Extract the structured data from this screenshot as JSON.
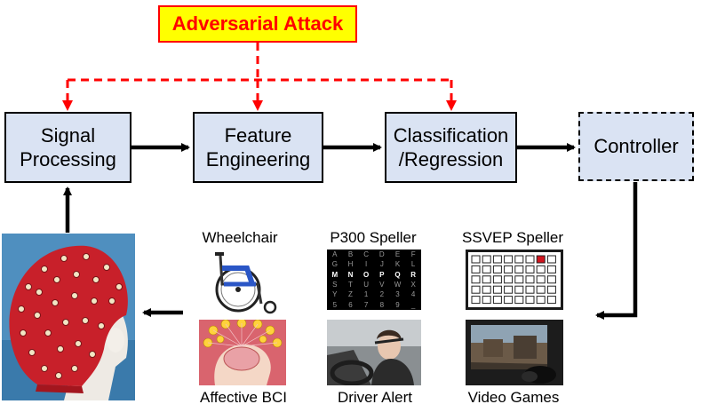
{
  "attack": {
    "label": "Adversarial Attack"
  },
  "pipeline": {
    "signal_processing": "Signal\nProcessing",
    "feature_engineering": "Feature\nEngineering",
    "classification": "Classification\n/Regression",
    "controller": "Controller"
  },
  "applications": {
    "wheelchair": "Wheelchair",
    "p300": "P300 Speller",
    "ssvep": "SSVEP Speller",
    "affective": "Affective BCI",
    "driver": "Driver Alert",
    "games": "Video Games"
  },
  "p300_grid": [
    [
      "A",
      "B",
      "C",
      "D",
      "E",
      "F"
    ],
    [
      "G",
      "H",
      "I",
      "J",
      "K",
      "L"
    ],
    [
      "M",
      "N",
      "O",
      "P",
      "Q",
      "R"
    ],
    [
      "S",
      "T",
      "U",
      "V",
      "W",
      "X"
    ],
    [
      "Y",
      "Z",
      "1",
      "2",
      "3",
      "4"
    ],
    [
      "5",
      "6",
      "7",
      "8",
      "9",
      "_"
    ]
  ],
  "colors": {
    "box_fill": "#dae3f3",
    "attack_fill": "#ffff00",
    "attack_text": "#ff0000",
    "attack_arrow": "#ff0000",
    "flow_arrow": "#000000",
    "eeg_cap": "#c8202a"
  }
}
